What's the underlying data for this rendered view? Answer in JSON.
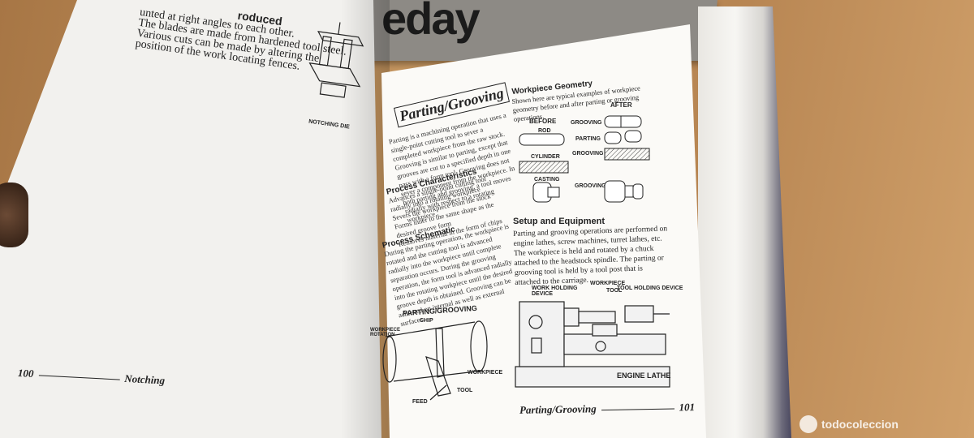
{
  "background": {
    "color_wood": "#b88a52",
    "box_word": "eday"
  },
  "left_page": {
    "top_text": [
      "roduced",
      "unted at right angles to each other.",
      "The blades are made from hardened tool steel.",
      "Various cuts can be made by altering the",
      "position of the work locating fences."
    ],
    "figure_label": "NOTCHING DIE",
    "footer_number": "100",
    "footer_title": "Notching"
  },
  "right_page": {
    "title": "Parting/Grooving",
    "intro": "Parting is a machining operation that uses a single-point cutting tool to sever a completed workpiece from the raw stock. Grooving is similar to parting, except that grooves are cut to a specified depth in one pass with a form tool. Grooving does not sever a component from the workpiece. In both parting and grooving, a tool moves radially with respect to a rotating workpiece.",
    "process_characteristics": {
      "heading": "Process Characteristics",
      "items": [
        "Advances a single-point cutting tool radially into a rotating workpiece",
        "Severs the workpiece from the stock",
        "Forms inner to the same shape as the desired groove form",
        "Removes material in the form of chips"
      ]
    },
    "process_schematic": {
      "heading": "Process Schematic",
      "text": "During the parting operation, the workpiece is rotated and the cutting tool is advanced radially into the workpiece until complete separation occurs. During the grooving operation, the form tool is advanced radially into the rotating workpiece until the desired groove depth is obtained. Grooving can be achieved on internal as well as external surfaces."
    },
    "schematic_labels": {
      "title": "PARTING/GROOVING",
      "chip": "CHIP",
      "rotation": "WORKPIECE ROTATION",
      "workpiece": "WORKPIECE",
      "tool": "TOOL",
      "feed": "FEED"
    },
    "workpiece_geometry": {
      "heading": "Workpiece Geometry",
      "text": "Shown here are typical examples of workpiece geometry before and after parting or grooving operations.",
      "before": "BEFORE",
      "after": "AFTER",
      "rod": "ROD",
      "cylinder": "CYLINDER",
      "casting": "CASTING",
      "grooving": "GROOVING",
      "parting": "PARTING"
    },
    "setup": {
      "heading": "Setup and Equipment",
      "text": "Parting and grooving operations are performed on engine lathes, screw machines, turret lathes, etc. The workpiece is held and rotated by a chuck attached to the headstock spindle. The parting or grooving tool is held by a tool post that is attached to the carriage."
    },
    "lathe_labels": {
      "work_holding": "WORK HOLDING DEVICE",
      "workpiece": "WORKPIECE",
      "tool": "TOOL",
      "tool_holding": "TOOL HOLDING DEVICE",
      "caption": "ENGINE LATHE"
    },
    "footer_title": "Parting/Grooving",
    "footer_number": "101"
  },
  "watermark": "todocoleccion"
}
